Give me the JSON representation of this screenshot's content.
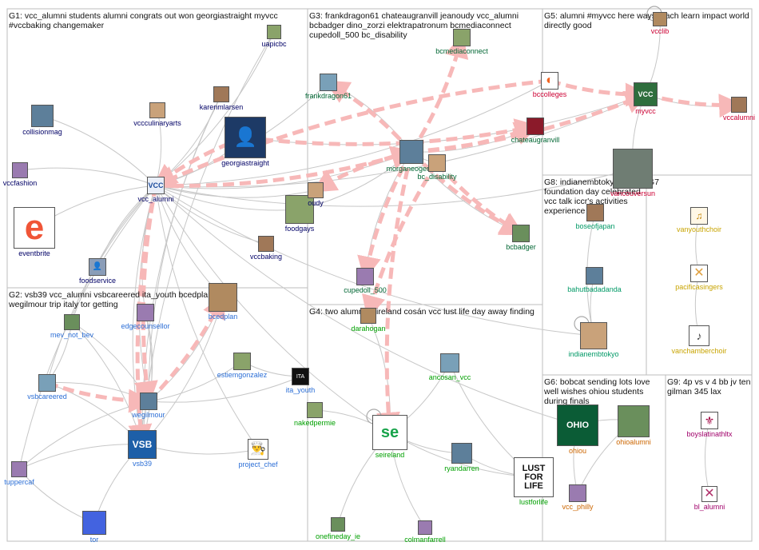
{
  "colors": {
    "edge": "#c7c7c7",
    "edge_strong": "#f7b8b8",
    "g1": "#000066",
    "g2": "#2b6ed6",
    "g3": "#006633",
    "g4": "#00a000",
    "g5": "#cc0033",
    "g6": "#cc6600",
    "g7": "#c8a400",
    "g8": "#009966",
    "g9": "#a0006a",
    "panel_border": "#bdbdbd"
  },
  "groups": [
    {
      "id": "G1",
      "title": "G1: vcc_alumni students alumni congrats out won georgiastraight myvcc #vccbaking changemaker"
    },
    {
      "id": "G2",
      "title": "G2: vsb39 vcc_alumni vsbcareered ita_youth bcedplan wegilmour trip italy tor getting"
    },
    {
      "id": "G3",
      "title": "G3: frankdragon61 chateaugranvill jeanoudy vcc_alumni bcbadger dino_zorzi elektrapatronum bcmediaconnect cupedoll_500 bc_disability"
    },
    {
      "id": "G4",
      "title": "G4: two alumni seireland cosán vcc lust life day away finding"
    },
    {
      "id": "G5",
      "title": "G5: alumni #myvcc here ways teach learn impact world directly good"
    },
    {
      "id": "G6",
      "title": "G6: bobcat sending lots love well wishes ohiou students during finals"
    },
    {
      "id": "G7",
      "title": "G7"
    },
    {
      "id": "G8",
      "title": "G8: indianembtokyo iccr foundation day celebrated vcc talk iccr's activities experience"
    },
    {
      "id": "G9",
      "title": "G9: 4p vs v 4 bb jv ten gilman 345 lax"
    }
  ],
  "nodes": [
    {
      "id": "uapicbc",
      "label": "uapicbc",
      "group": "g1"
    },
    {
      "id": "karenmlarsen",
      "label": "karenmlarsen",
      "group": "g1"
    },
    {
      "id": "collisionmag",
      "label": "collisionmag",
      "group": "g1"
    },
    {
      "id": "vccculinaryarts",
      "label": "vccculinaryarts",
      "group": "g1"
    },
    {
      "id": "georgiastraight",
      "label": "georgiastraight",
      "group": "g1"
    },
    {
      "id": "vccfashion",
      "label": "vccfashion",
      "group": "g1"
    },
    {
      "id": "vcc_alumni",
      "label": "vcc_alumni",
      "group": "g1"
    },
    {
      "id": "eventbrite",
      "label": "eventbrite",
      "group": "g1"
    },
    {
      "id": "foodgays",
      "label": "foodgays",
      "group": "g1"
    },
    {
      "id": "vccbaking",
      "label": "vccbaking",
      "group": "g1"
    },
    {
      "id": "foodservice",
      "label": "foodservice",
      "group": "g1"
    },
    {
      "id": "jeanoudy",
      "label": "oudy",
      "group": "g1"
    },
    {
      "id": "mev_not_bev",
      "label": "mev_not_bev",
      "group": "g2"
    },
    {
      "id": "edgecounsellor",
      "label": "edgecounsellor",
      "group": "g2"
    },
    {
      "id": "bcedplan",
      "label": "bcedplan",
      "group": "g2"
    },
    {
      "id": "vsbcareered",
      "label": "vsbcareered",
      "group": "g2"
    },
    {
      "id": "estiemgonzalez",
      "label": "estiemgonzalez",
      "group": "g2"
    },
    {
      "id": "ita_youth",
      "label": "ita_youth",
      "group": "g2"
    },
    {
      "id": "wegilmour",
      "label": "wegilmour",
      "group": "g2"
    },
    {
      "id": "vsb39",
      "label": "vsb39",
      "group": "g2"
    },
    {
      "id": "project_chef",
      "label": "project_chef",
      "group": "g2"
    },
    {
      "id": "tuppercaf",
      "label": "tuppercaf",
      "group": "g2"
    },
    {
      "id": "tor",
      "label": "tor",
      "group": "g2"
    },
    {
      "id": "frankdragon61",
      "label": "frankdragon61",
      "group": "g3"
    },
    {
      "id": "bcmediaconnect",
      "label": "bcmediaconnect",
      "group": "g3"
    },
    {
      "id": "chateaugranvill",
      "label": "chateaugranvill",
      "group": "g3"
    },
    {
      "id": "morganeogerbc",
      "label": "morganeogerbc",
      "group": "g3"
    },
    {
      "id": "bc_disability",
      "label": "bc_disability",
      "group": "g3"
    },
    {
      "id": "bcbadger",
      "label": "bcbadger",
      "group": "g3"
    },
    {
      "id": "cupedoll_500",
      "label": "cupedoll_500",
      "group": "g3"
    },
    {
      "id": "darahogan",
      "label": "darahogan",
      "group": "g4"
    },
    {
      "id": "ancosan_vcc",
      "label": "ancosan_vcc",
      "group": "g4"
    },
    {
      "id": "nakedpermie",
      "label": "nakedpermie",
      "group": "g4"
    },
    {
      "id": "seireland",
      "label": "seireland",
      "group": "g4"
    },
    {
      "id": "ryandarren",
      "label": "ryandarren",
      "group": "g4"
    },
    {
      "id": "lustforlife",
      "label": "lustforlife",
      "group": "g4"
    },
    {
      "id": "onefineday_ie",
      "label": "onefineday_ie",
      "group": "g4"
    },
    {
      "id": "colmanfarrell",
      "label": "colmanfarrell",
      "group": "g4"
    },
    {
      "id": "vcclib",
      "label": "vcclib",
      "group": "g5"
    },
    {
      "id": "bccolleges",
      "label": "bccolleges",
      "group": "g5"
    },
    {
      "id": "myvcc",
      "label": "myvcc",
      "group": "g5"
    },
    {
      "id": "vccalumni",
      "label": "vccalumni",
      "group": "g5"
    },
    {
      "id": "vancouversun",
      "label": "vancouversun",
      "group": "g5"
    },
    {
      "id": "ohiou",
      "label": "ohiou",
      "group": "g6"
    },
    {
      "id": "ohioalumni",
      "label": "ohioalumni",
      "group": "g6"
    },
    {
      "id": "vcc_philly",
      "label": "vcc_philly",
      "group": "g6"
    },
    {
      "id": "vanyouthchoir",
      "label": "vanyouthchoir",
      "group": "g7"
    },
    {
      "id": "pacificasingers",
      "label": "pacificasingers",
      "group": "g7"
    },
    {
      "id": "vanchamberchoir",
      "label": "vanchamberchoir",
      "group": "g7"
    },
    {
      "id": "boseofjapan",
      "label": "boseofjapan",
      "group": "g8"
    },
    {
      "id": "bahutbadadanda",
      "label": "bahutbadadanda",
      "group": "g8"
    },
    {
      "id": "indianembtokyo",
      "label": "indianembtokyo",
      "group": "g8"
    },
    {
      "id": "boyslatinathltx",
      "label": "boyslatinathltx",
      "group": "g9"
    },
    {
      "id": "bl_alumni",
      "label": "bl_alumni",
      "group": "g9"
    }
  ],
  "edges": [
    [
      "vcc_alumni",
      "georgiastraight"
    ],
    [
      "vcc_alumni",
      "karenmlarsen"
    ],
    [
      "vcc_alumni",
      "vccculinaryarts"
    ],
    [
      "vcc_alumni",
      "collisionmag"
    ],
    [
      "vcc_alumni",
      "vccfashion"
    ],
    [
      "vcc_alumni",
      "eventbrite"
    ],
    [
      "vcc_alumni",
      "foodgays"
    ],
    [
      "vcc_alumni",
      "vccbaking"
    ],
    [
      "vcc_alumni",
      "foodservice"
    ],
    [
      "vcc_alumni",
      "uapicbc"
    ],
    [
      "vcc_alumni",
      "jeanoudy"
    ],
    [
      "vcc_alumni",
      "wegilmour"
    ],
    [
      "vcc_alumni",
      "vsb39"
    ],
    [
      "vcc_alumni",
      "vsbcareered"
    ],
    [
      "vcc_alumni",
      "edgecounsellor"
    ],
    [
      "vcc_alumni",
      "bcedplan"
    ],
    [
      "vcc_alumni",
      "mev_not_bev"
    ],
    [
      "vcc_alumni",
      "project_chef"
    ],
    [
      "vcc_alumni",
      "tuppercaf"
    ],
    [
      "vcc_alumni",
      "morganeogerbc"
    ],
    [
      "vcc_alumni",
      "myvcc"
    ],
    [
      "vcc_alumni",
      "bccolleges"
    ],
    [
      "vcc_alumni",
      "frankdragon61"
    ],
    [
      "vcc_alumni",
      "seireland"
    ],
    [
      "vcc_alumni",
      "indianembtokyo"
    ],
    [
      "vcc_alumni",
      "ohiou"
    ],
    [
      "vcc_alumni",
      "vancouversun"
    ],
    [
      "karenmlarsen",
      "wegilmour"
    ],
    [
      "karenmlarsen",
      "vsb39"
    ],
    [
      "uapicbc",
      "vsb39"
    ],
    [
      "georgiastraight",
      "myvcc"
    ],
    [
      "foodgays",
      "morganeogerbc"
    ],
    [
      "wegilmour",
      "vsb39"
    ],
    [
      "wegilmour",
      "vsbcareered"
    ],
    [
      "wegilmour",
      "mev_not_bev"
    ],
    [
      "wegilmour",
      "edgecounsellor"
    ],
    [
      "wegilmour",
      "estiemgonzalez"
    ],
    [
      "wegilmour",
      "ita_youth"
    ],
    [
      "wegilmour",
      "tuppercaf"
    ],
    [
      "wegilmour",
      "bcedplan"
    ],
    [
      "vsb39",
      "vsbcareered"
    ],
    [
      "vsb39",
      "edgecounsellor"
    ],
    [
      "vsb39",
      "mev_not_bev"
    ],
    [
      "vsb39",
      "project_chef"
    ],
    [
      "vsb39",
      "tuppercaf"
    ],
    [
      "vsb39",
      "tor"
    ],
    [
      "vsb39",
      "bcedplan"
    ],
    [
      "tuppercaf",
      "tor"
    ],
    [
      "estiemgonzalez",
      "ita_youth"
    ],
    [
      "vsbcareered",
      "mev_not_bev"
    ],
    [
      "morganeogerbc",
      "frankdragon61"
    ],
    [
      "morganeogerbc",
      "bc_disability"
    ],
    [
      "morganeogerbc",
      "cupedoll_500"
    ],
    [
      "morganeogerbc",
      "bcbadger"
    ],
    [
      "morganeogerbc",
      "chateaugranvill"
    ],
    [
      "seireland",
      "ryandarren"
    ],
    [
      "seireland",
      "lustforlife"
    ],
    [
      "seireland",
      "onefineday_ie"
    ],
    [
      "seireland",
      "colmanfarrell"
    ],
    [
      "seireland",
      "ancosan_vcc"
    ],
    [
      "seireland",
      "darahogan"
    ],
    [
      "seireland",
      "nakedpermie"
    ],
    [
      "ryandarren",
      "lustforlife"
    ],
    [
      "ancosan_vcc",
      "lustforlife"
    ],
    [
      "myvcc",
      "vcclib"
    ],
    [
      "myvcc",
      "vccalumni"
    ],
    [
      "myvcc",
      "vancouversun"
    ],
    [
      "ohioalumni",
      "ohiou"
    ],
    [
      "ohiou",
      "vcc_philly"
    ],
    [
      "ohioalumni",
      "vcc_philly"
    ],
    [
      "vanyouthchoir",
      "pacificasingers"
    ],
    [
      "pacificasingers",
      "vanchamberchoir"
    ],
    [
      "boseofjapan",
      "indianembtokyo"
    ],
    [
      "bahutbadadanda",
      "indianembtokyo"
    ],
    [
      "boyslatinathltx",
      "bl_alumni"
    ]
  ],
  "strong_edges": [
    [
      "georgiastraight",
      "vcc_alumni"
    ],
    [
      "vcc_alumni",
      "wegilmour"
    ],
    [
      "vcc_alumni",
      "vsb39"
    ],
    [
      "vsbcareered",
      "wegilmour"
    ],
    [
      "wegilmour",
      "bcedplan"
    ],
    [
      "morganeogerbc",
      "frankdragon61"
    ],
    [
      "morganeogerbc",
      "bcmediaconnect"
    ],
    [
      "morganeogerbc",
      "chateaugranvill"
    ],
    [
      "morganeogerbc",
      "bcbadger"
    ],
    [
      "morganeogerbc",
      "cupedoll_500"
    ],
    [
      "morganeogerbc",
      "seireland"
    ],
    [
      "morganeogerbc",
      "jeanoudy"
    ],
    [
      "bc_disability",
      "bcbadger"
    ],
    [
      "vcc_alumni",
      "morganeogerbc"
    ],
    [
      "georgiastraight",
      "chateaugranvill"
    ],
    [
      "bccolleges",
      "myvcc"
    ],
    [
      "myvcc",
      "vccalumni"
    ],
    [
      "morganeogerbc",
      "myvcc"
    ],
    [
      "bc_disability",
      "darahogan"
    ],
    [
      "bccolleges",
      "vcc_alumni"
    ]
  ],
  "self_loops": [
    "seireland",
    "indianembtokyo",
    "vcclib"
  ]
}
